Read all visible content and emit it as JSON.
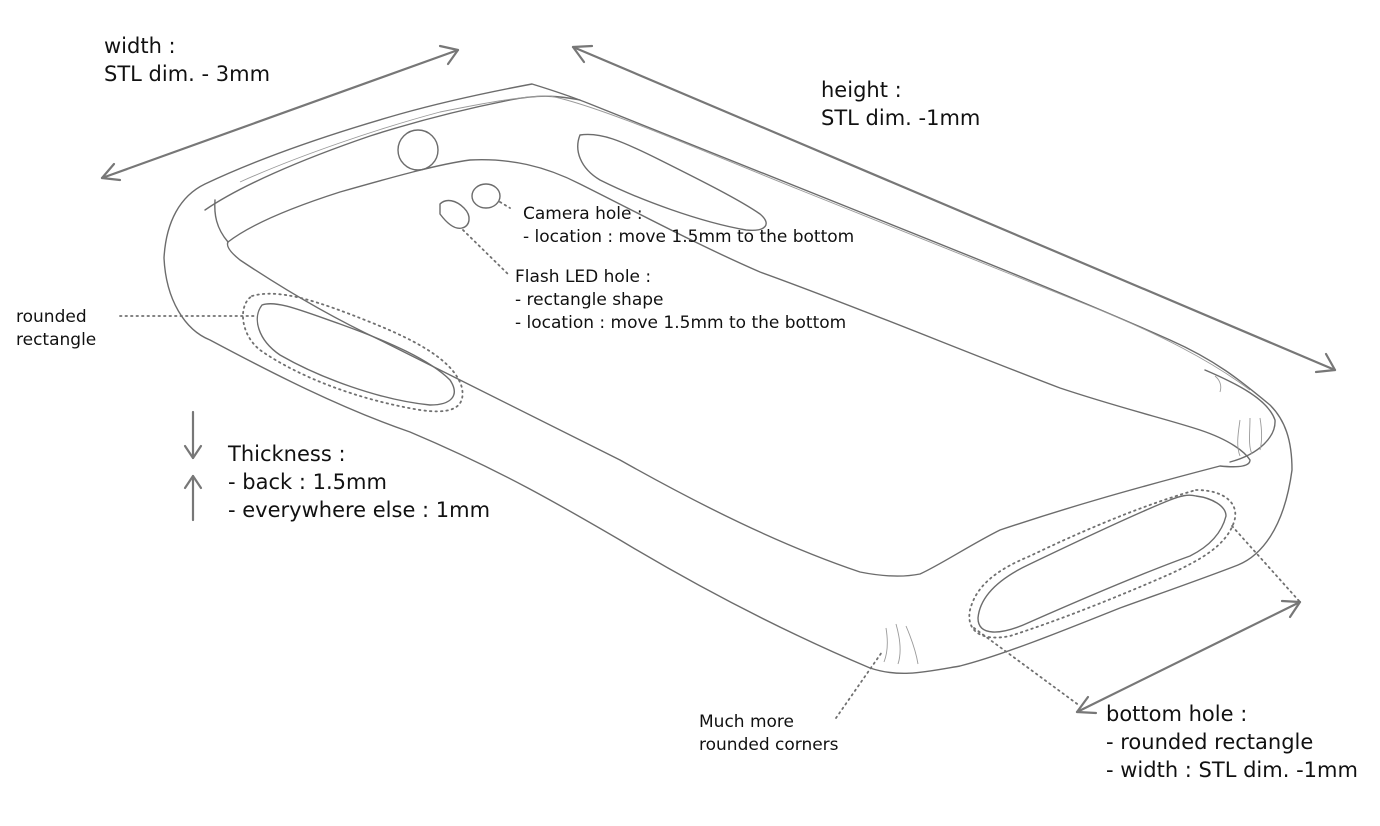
{
  "labels": {
    "width": [
      "width :",
      "STL dim. - 3mm"
    ],
    "height": [
      "height :",
      "STL dim. -1mm"
    ],
    "camera": [
      "Camera hole :",
      "- location : move 1.5mm to the bottom"
    ],
    "flash": [
      "Flash LED hole :",
      "- rectangle shape",
      "- location : move 1.5mm to the bottom"
    ],
    "rounded": [
      "rounded",
      "rectangle"
    ],
    "thickness": [
      "Thickness :",
      "- back : 1.5mm",
      "- everywhere else : 1mm"
    ],
    "corners": [
      "Much more",
      "rounded corners"
    ],
    "bottom": [
      "bottom hole :",
      "- rounded rectangle",
      "- width : STL dim. -1mm"
    ]
  },
  "colors": {
    "line": "#6c6c6c",
    "arrow": "#777777",
    "text": "#111111"
  }
}
